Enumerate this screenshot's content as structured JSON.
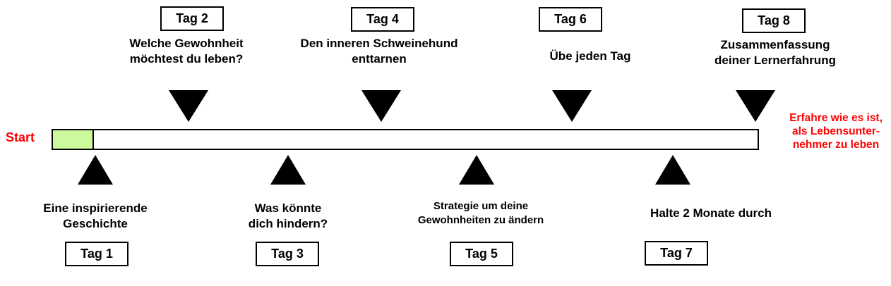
{
  "start_label": "Start",
  "end_note_lines": [
    "Erfahre wie es ist,",
    "als Lebensunter-",
    "nehmer zu leben"
  ],
  "milestones_top": [
    {
      "day": "Tag 2",
      "lines": [
        "Welche Gewohnheit",
        "möchtest du leben?"
      ]
    },
    {
      "day": "Tag 4",
      "lines": [
        "Den inneren Schweinehund",
        "enttarnen"
      ]
    },
    {
      "day": "Tag 6",
      "lines": [
        "Übe jeden Tag"
      ]
    },
    {
      "day": "Tag 8",
      "lines": [
        "Zusammenfassung",
        "deiner Lernerfahrung"
      ]
    }
  ],
  "milestones_bottom": [
    {
      "day": "Tag 1",
      "lines": [
        "Eine inspirierende",
        "Geschichte"
      ]
    },
    {
      "day": "Tag 3",
      "lines": [
        "Was könnte",
        "dich hindern?"
      ]
    },
    {
      "day": "Tag 5",
      "lines": [
        "Strategie um deine",
        "Gewohnheiten zu ändern"
      ]
    },
    {
      "day": "Tag 7",
      "lines": [
        "Halte 2 Monate durch"
      ]
    }
  ],
  "colors": {
    "accent_red": "#FF0000",
    "start_segment_green": "#CCF99C",
    "arrow_black": "#000000"
  }
}
